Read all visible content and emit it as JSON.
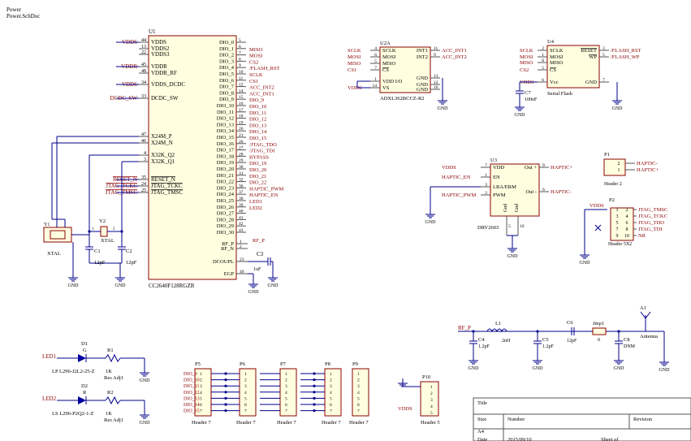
{
  "sheet_ref": {
    "title": "Power",
    "file": "Power.SchDoc"
  },
  "u1": {
    "ref": "U1",
    "part": "CC2640F128RGZR",
    "left_pins": [
      {
        "num": "44",
        "name": "VDDS",
        "net": "VDDS"
      },
      {
        "num": "13",
        "name": "VDDS2",
        "net": ""
      },
      {
        "num": "22",
        "name": "VDDS3",
        "net": ""
      },
      {
        "num": "45",
        "name": "VDDR",
        "net": "VDDR"
      },
      {
        "num": "48",
        "name": "VDDR_RF",
        "net": ""
      },
      {
        "num": "34",
        "name": "VDDS_DCDC",
        "net": "VDDS"
      },
      {
        "num": "33",
        "name": "DCDC_SW",
        "net": "DCDC_SW"
      },
      {
        "num": "47",
        "name": "X24M_P",
        "net": ""
      },
      {
        "num": "46",
        "name": "X24M_N",
        "net": ""
      },
      {
        "num": "4",
        "name": "X32K_Q2",
        "net": ""
      },
      {
        "num": "3",
        "name": "X32K_Q1",
        "net": ""
      },
      {
        "num": "35",
        "name": "RESET_N",
        "net": "RESET_N"
      },
      {
        "num": "24",
        "name": "JTAG_TCKC",
        "net": "JTAG_TCKC"
      },
      {
        "num": "25",
        "name": "JTAG_TMSC",
        "net": "JTAG_TMSC"
      }
    ],
    "right_pins": [
      {
        "num": "5",
        "name": "DIO_0",
        "net": ""
      },
      {
        "num": "6",
        "name": "DIO_1",
        "net": "MISO"
      },
      {
        "num": "7",
        "name": "DIO_2",
        "net": "MOSI"
      },
      {
        "num": "8",
        "name": "DIO_3",
        "net": "CS2"
      },
      {
        "num": "9",
        "name": "DIO_4",
        "net": "/FLASH_RST"
      },
      {
        "num": "10",
        "name": "DIO_5",
        "net": "SCLK"
      },
      {
        "num": "11",
        "name": "DIO_6",
        "net": "CS1"
      },
      {
        "num": "12",
        "name": "DIO_7",
        "net": "ACC_INT2"
      },
      {
        "num": "14",
        "name": "DIO_8",
        "net": "ACC_INT1"
      },
      {
        "num": "15",
        "name": "DIO_9",
        "net": "DIO_9"
      },
      {
        "num": "16",
        "name": "DIO_10",
        "net": "DIO_10"
      },
      {
        "num": "17",
        "name": "DIO_11",
        "net": "DIO_11"
      },
      {
        "num": "18",
        "name": "DIO_12",
        "net": "DIO_12"
      },
      {
        "num": "19",
        "name": "DIO_13",
        "net": "DIO_13"
      },
      {
        "num": "20",
        "name": "DIO_14",
        "net": "DIO_14"
      },
      {
        "num": "21",
        "name": "DIO_15",
        "net": "DIO_15"
      },
      {
        "num": "26",
        "name": "DIO_16",
        "net": "/JTAG_TDO"
      },
      {
        "num": "27",
        "name": "DIO_17",
        "net": "/JTAG_TDI"
      },
      {
        "num": "28",
        "name": "DIO_18",
        "net": "BYPASS"
      },
      {
        "num": "29",
        "name": "DIO_19",
        "net": "DIO_19"
      },
      {
        "num": "30",
        "name": "DIO_20",
        "net": "DIO_20"
      },
      {
        "num": "31",
        "name": "DIO_21",
        "net": "DIO_21"
      },
      {
        "num": "32",
        "name": "DIO_22",
        "net": "DIO_22"
      },
      {
        "num": "36",
        "name": "DIO_23",
        "net": "HAPTIC_PWM"
      },
      {
        "num": "37",
        "name": "DIO_24",
        "net": "HAPTIC_EN"
      },
      {
        "num": "38",
        "name": "DIO_25",
        "net": "LED1"
      },
      {
        "num": "39",
        "name": "DIO_26",
        "net": "LED2"
      },
      {
        "num": "40",
        "name": "DIO_27",
        "net": ""
      },
      {
        "num": "41",
        "name": "DIO_28",
        "net": ""
      },
      {
        "num": "42",
        "name": "DIO_29",
        "net": ""
      },
      {
        "num": "43",
        "name": "DIO_30",
        "net": ""
      }
    ],
    "rf_pins": [
      {
        "num": "1",
        "name": "RF_P",
        "net": "RF_P"
      },
      {
        "num": "2",
        "name": "RF_N",
        "net": ""
      },
      {
        "num": "23",
        "name": "DCOUPL",
        "net": ""
      },
      {
        "num": "49",
        "name": "EGP",
        "net": ""
      }
    ]
  },
  "crystals": {
    "y1": {
      "ref": "Y1",
      "value": "XTAL",
      "pins": [
        "1",
        "2",
        "3",
        "4"
      ]
    },
    "y2": {
      "ref": "Y2",
      "value": "XTAL",
      "pins": [
        "1",
        "2"
      ]
    },
    "c1": {
      "ref": "C1",
      "value": "12pF"
    },
    "c2": {
      "ref": "C2",
      "value": "12pF"
    },
    "c3": {
      "ref": "C3",
      "value": "1uF"
    }
  },
  "u2": {
    "ref": "U2A",
    "part": "ADXL362BCCZ-R2",
    "left_pins": [
      {
        "num": "4",
        "name": "SCLK",
        "net": "SCLK"
      },
      {
        "num": "6",
        "name": "MOSI",
        "net": "MOSI"
      },
      {
        "num": "5",
        "name": "MISO",
        "net": "MISO"
      },
      {
        "num": "7",
        "name": "CS",
        "net": "CS1"
      },
      {
        "num": "1",
        "name": "VDD I/O",
        "net": ""
      },
      {
        "num": "14",
        "name": "VS",
        "net": "VDDS"
      }
    ],
    "right_pins": [
      {
        "num": "11",
        "name": "INT1",
        "net": "ACC_INT1"
      },
      {
        "num": "9",
        "name": "INT2",
        "net": "ACC_INT2"
      },
      {
        "num": "13",
        "name": "GND",
        "net": ""
      },
      {
        "num": "12",
        "name": "GND",
        "net": ""
      },
      {
        "num": "16",
        "name": "GND",
        "net": ""
      }
    ]
  },
  "u4": {
    "ref": "U4",
    "part": "Serial Flash",
    "left_pins": [
      {
        "num": "2",
        "name": "SCLK",
        "net": "SCLK"
      },
      {
        "num": "1",
        "name": "MOSI",
        "net": "MOSI"
      },
      {
        "num": "8",
        "name": "MISO",
        "net": "MISO"
      },
      {
        "num": "5",
        "name": "CS",
        "net": "CS2"
      },
      {
        "num": "6",
        "name": "Vcc",
        "net": "VDDS"
      }
    ],
    "right_pins": [
      {
        "num": "3",
        "name": "RESET",
        "net": "/FLASH_RST"
      },
      {
        "num": "5",
        "name": "WP",
        "net": "/FLASH_WP"
      },
      {
        "num": "7",
        "name": "GND",
        "net": ""
      }
    ],
    "c7": {
      "ref": "C7",
      "value": "100nF"
    }
  },
  "u3": {
    "ref": "U3",
    "part": "DRV2603",
    "left_pins": [
      {
        "num": "7",
        "name": "VDD",
        "net": "VDDS"
      },
      {
        "num": "1",
        "name": "EN",
        "net": "HAPTIC_EN"
      },
      {
        "num": "3",
        "name": "LRA/ERM",
        "net": ""
      },
      {
        "num": "2",
        "name": "PWM",
        "net": "HAPTIC_PWM"
      }
    ],
    "right_pins": [
      {
        "num": "9",
        "name": "Out +",
        "net": "HAPTIC+"
      },
      {
        "num": "6",
        "name": "Out -",
        "net": "HAPTIC-"
      }
    ],
    "gnd_pins": [
      {
        "num": "5",
        "name": "Gnd"
      },
      {
        "num": "10",
        "name": "Gnd"
      }
    ]
  },
  "p1": {
    "ref": "P1",
    "part": "Header 2",
    "pins": [
      "2",
      "1"
    ],
    "nets": [
      "HAPTIC-",
      "HAPTIC+"
    ]
  },
  "p2": {
    "ref": "P2",
    "part": "Header 5X2",
    "left_pins": [
      "1",
      "3",
      "5",
      "7",
      "9"
    ],
    "right_pins": [
      "2",
      "4",
      "6",
      "8",
      "10"
    ],
    "vdd": "VDDS",
    "nets": [
      "JTAG_TMSC",
      "JTAG_TCKC",
      "JTAG_TDO",
      "JTAG_TDI",
      "NR"
    ]
  },
  "leds": [
    {
      "net": "LED1",
      "ref": "D1",
      "color": "G",
      "part": "LP L296-J2L2-25-Z",
      "rref": "R1",
      "rval": "1K",
      "rpart": "Res Adj1"
    },
    {
      "net": "LED2",
      "ref": "D2",
      "color": "R",
      "part": "LS L296-P2Q2-1-Z",
      "rref": "R2",
      "rval": "1K",
      "rpart": "Res Adj1"
    }
  ],
  "headers": {
    "dio_nets": [
      "DIO_9",
      "DIO_10",
      "DIO_11",
      "DIO_12",
      "DIO_13",
      "DIO_14",
      "DIO_15"
    ],
    "list": [
      {
        "ref": "P5",
        "part": "Header 7"
      },
      {
        "ref": "P6",
        "part": "Header 7"
      },
      {
        "ref": "P7",
        "part": "Header 7"
      },
      {
        "ref": "P8",
        "part": "Header 7"
      },
      {
        "ref": "P9",
        "part": "Header 7"
      }
    ],
    "pin_numbers": [
      "1",
      "2",
      "3",
      "4",
      "5",
      "6",
      "7"
    ],
    "p10": {
      "ref": "P10",
      "part": "Header 5",
      "vdd": "VDDS",
      "pins": [
        "1",
        "2",
        "3",
        "4",
        "5"
      ]
    }
  },
  "rf": {
    "net": "RF_P",
    "c4": {
      "ref": "C4",
      "value": "1.2pF"
    },
    "l1": {
      "ref": "L1",
      "value": "2nH"
    },
    "c5": {
      "ref": "C5",
      "value": "1.2pF"
    },
    "c6": {
      "ref": "C6",
      "value": "12pF"
    },
    "jmp": {
      "ref": "Jmp1",
      "value": "0"
    },
    "c8": {
      "ref": "C8",
      "value": "DNM"
    },
    "ant": {
      "ref": "A1",
      "part": "Antenna"
    }
  },
  "title_block": {
    "title": "Title",
    "size_label": "Size",
    "size": "A4",
    "number_label": "Number",
    "revision_label": "Revision",
    "date_label": "Date",
    "date": "2015/09/10",
    "sheet_label": "Sheet   of"
  },
  "power_labels": {
    "vdds": "VDDS",
    "vddr": "VDDR",
    "gnd": "GND"
  }
}
